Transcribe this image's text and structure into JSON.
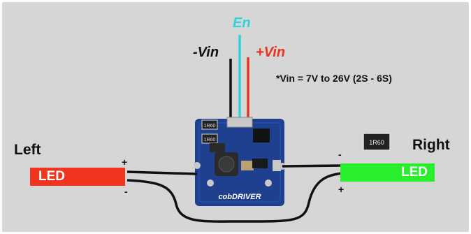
{
  "labels": {
    "en": "En",
    "vin_neg": "-Vin",
    "vin_pos": "+Vin",
    "note": "*Vin = 7V to 26V (2S - 6S)",
    "left_title": "Left",
    "right_title": "Right",
    "led_left": "LED",
    "led_right": "LED",
    "left_plus": "+",
    "left_minus": "-",
    "right_minus": "-",
    "right_plus": "+"
  },
  "board": {
    "brand": "cobDRIVER",
    "resistor_1": "1R60",
    "resistor_2": "1R60",
    "resistor_3": "1R60"
  },
  "colors": {
    "background": "#d6d6d6",
    "pcb": "#1f3f8f",
    "wire_neg": "#111111",
    "wire_pos": "#e8331f",
    "wire_en": "#2fd3de",
    "led_left": "#f0351e",
    "led_right": "#28ee2c"
  }
}
